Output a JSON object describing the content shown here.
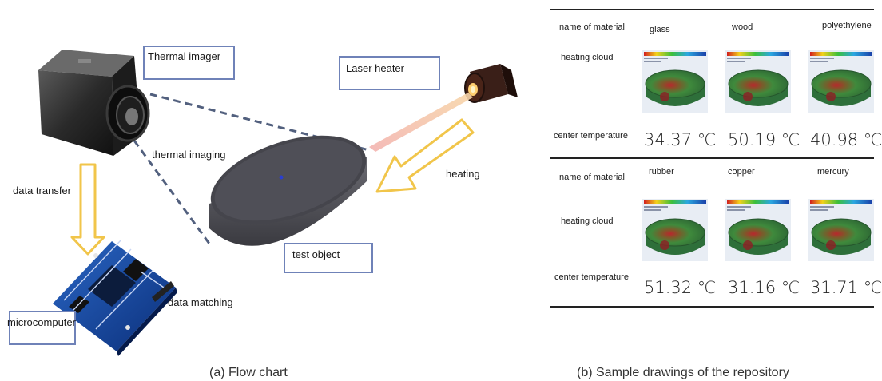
{
  "flow": {
    "labels": {
      "thermal_imager": "Thermal imager",
      "laser_heater": "Laser heater",
      "thermal_imaging": "thermal imaging",
      "heating": "heating",
      "data_transfer": "data transfer",
      "test_object": "test object",
      "data_matching": "data matching",
      "microcomputer": "microcomputer"
    },
    "caption": "(a) Flow chart"
  },
  "repository": {
    "caption": "(b) Sample drawings of the repository",
    "row_labels": {
      "material": "name of material",
      "cloud": "heating cloud",
      "temperature": "center temperature"
    },
    "groups": [
      {
        "samples": [
          {
            "material": "glass",
            "temperature": "34.37 ℃"
          },
          {
            "material": "wood",
            "temperature": "50.19 ℃"
          },
          {
            "material": "polyethylene",
            "temperature": "40.98 ℃"
          }
        ]
      },
      {
        "samples": [
          {
            "material": "rubber",
            "temperature": "51.32 ℃"
          },
          {
            "material": "copper",
            "temperature": "31.16 ℃"
          },
          {
            "material": "mercury",
            "temperature": "31.71 ℃"
          }
        ]
      }
    ]
  }
}
